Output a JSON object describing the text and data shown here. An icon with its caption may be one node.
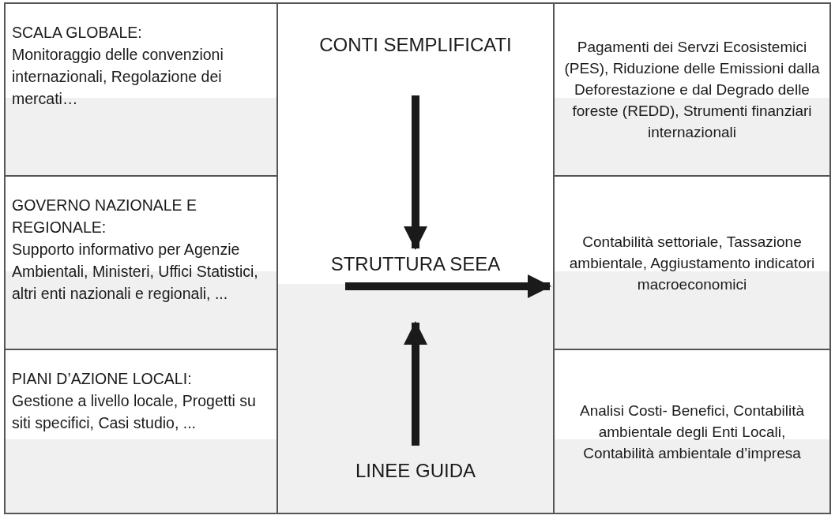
{
  "diagram": {
    "nodes": [
      {
        "text": [
          "SCALA GLOBALE:",
          "Monitoraggio delle convenzioni internazionali, Regolazione dei mercati…"
        ]
      },
      {
        "text": [
          "GOVERNO NAZIONALE E REGIONALE:",
          "Supporto informativo per Agenzie Ambientali, Ministeri, Uffici Statistici, altri enti nazionali e regionali, ..."
        ]
      },
      {
        "text": [
          "PIANI D’AZIONE LOCALI:",
          "Gestione a livello locale, Progetti su siti specifici, Casi studio, ..."
        ]
      },
      {
        "text": [],
        "shape": "box"
      },
      {
        "text": [
          "CONTI SEMPLIFICATI"
        ],
        "in": 3
      },
      {
        "text": [
          "STRUTTURA SEEA"
        ],
        "in": 3
      },
      {
        "text": [
          "LINEE GUIDA"
        ],
        "in": 3
      },
      {
        "text": [
          "Pagamenti dei Servzi Ecosistemici (PES), Riduzione delle Emissioni dalla Deforestazione e dal Degrado delle foreste (REDD), Strumenti finanziari internazionali"
        ]
      },
      {
        "text": [
          "Contabilità settoriale, Tassazione ambientale, Aggiustamento indicatori macroeconomici"
        ]
      },
      {
        "text": [
          "Analisi Costi- Benefici, Contabilità ambientale degli Enti Locali, Contabilità ambientale d’impresa"
        ]
      }
    ],
    "edges": [
      {
        "from": 4,
        "to": 5,
        "arrow": "to"
      },
      {
        "from": 6,
        "to": 5,
        "arrow": "to"
      },
      {
        "from": 5,
        "to": 8,
        "arrow": "to"
      }
    ]
  }
}
